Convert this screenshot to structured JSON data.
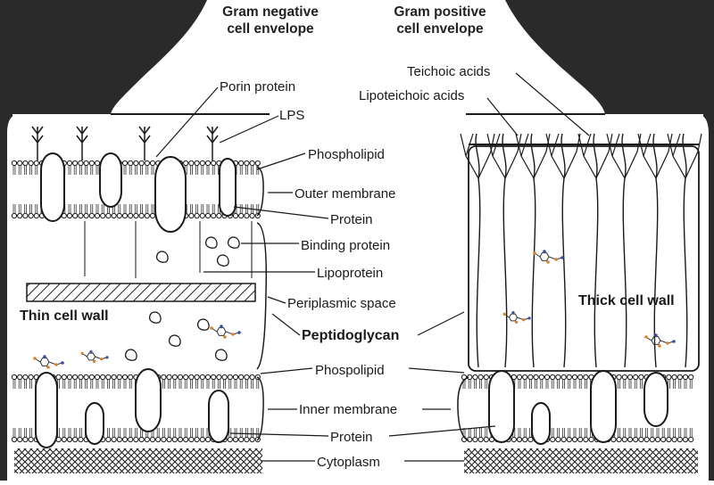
{
  "titles": {
    "gram_negative": [
      "Gram negative",
      "cell envelope"
    ],
    "gram_positive": [
      "Gram positive",
      "cell envelope"
    ]
  },
  "labels": {
    "porin_protein": "Porin protein",
    "lps": "LPS",
    "phospholipid_top": "Phospholipid",
    "outer_membrane": "Outer membrane",
    "protein_top": "Protein",
    "binding_protein": "Binding protein",
    "lipoprotein": "Lipoprotein",
    "periplasmic_space": "Periplasmic space",
    "peptidoglycan": "Peptidoglycan",
    "phospholipid_bottom": "Phospolipid",
    "inner_membrane": "Inner membrane",
    "protein_bottom": "Protein",
    "cytoplasm": "Cytoplasm",
    "teichoic_acids": "Teichoic acids",
    "lipoteichoic_acids": "Lipoteichoic acids",
    "thin_cell_wall": "Thin cell wall",
    "thick_cell_wall": "Thick cell wall"
  },
  "colors": {
    "frame": "#2a2a2a",
    "ink": "#1a1a1a",
    "molecule_orange": "#d9822b",
    "molecule_blue": "#3b4f9c"
  }
}
